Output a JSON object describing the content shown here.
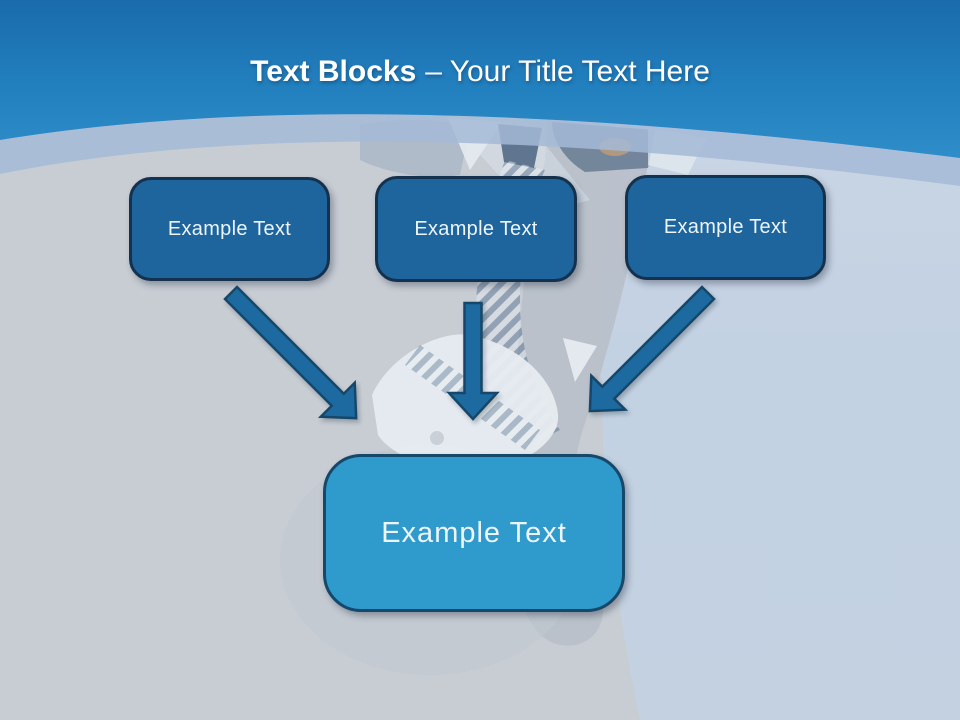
{
  "slide": {
    "title": {
      "bold": "Text Blocks",
      "rest": "– Your Title Text Here",
      "full": "Text Blocks – Your Title Text Here"
    },
    "text_blocks": [
      {
        "label": "Example Text"
      },
      {
        "label": "Example Text"
      },
      {
        "label": "Example Text"
      }
    ],
    "result_block": {
      "label": "Example Text"
    },
    "arrows": [
      {
        "name": "arrow-from-block-1",
        "direction": "down-right"
      },
      {
        "name": "arrow-from-block-2",
        "direction": "down"
      },
      {
        "name": "arrow-from-block-3",
        "direction": "down-left"
      }
    ],
    "colors": {
      "header_top": "#1A6BAB",
      "header_mid": "#2280BE",
      "header_bottom": "#2F8DC9",
      "band": "#A4BAD7",
      "background": "#C8CDD4",
      "background_right": "#C3D2E4",
      "block_fill": "#1D659C",
      "block_border": "#14324E",
      "block_text": "#EDF4FA",
      "result_fill": "#2F9BCC",
      "result_border": "#16486B",
      "arrow_fill": "#1F6B9F",
      "arrow_border": "#15476B",
      "title_text": "#FFFFFF"
    }
  }
}
